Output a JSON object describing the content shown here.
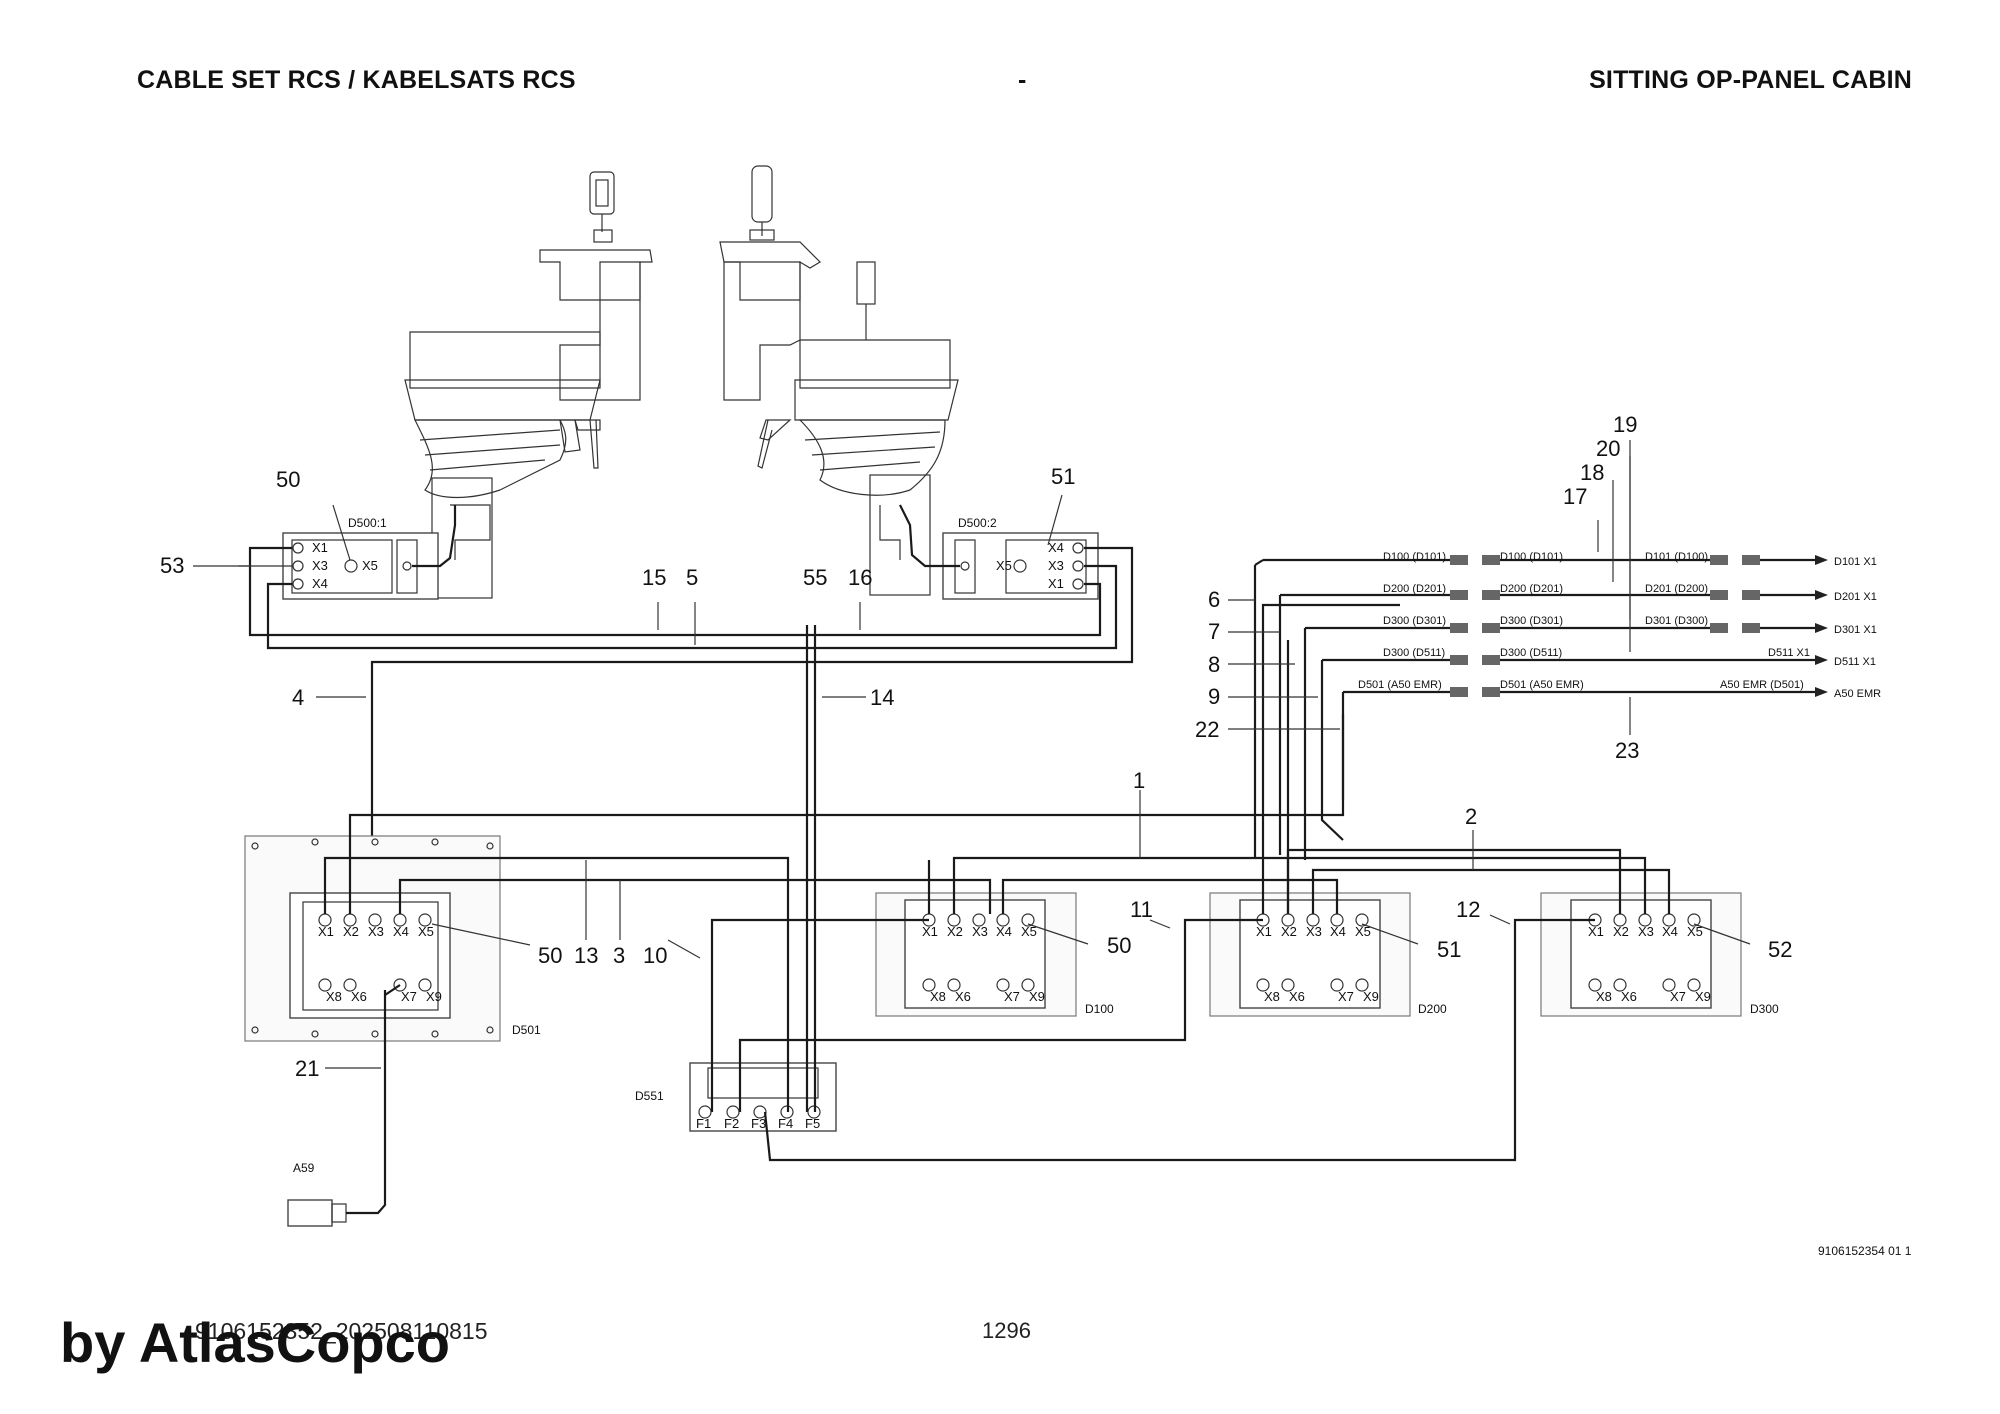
{
  "header": {
    "left_title": "CABLE SET RCS / KABELSATS RCS",
    "center_mark": "-",
    "right_title": "SITTING OP-PANEL CABIN"
  },
  "callouts": {
    "c1": "1",
    "c2": "2",
    "c3": "3",
    "c4": "4",
    "c5": "5",
    "c6": "6",
    "c7": "7",
    "c8": "8",
    "c9": "9",
    "c10": "10",
    "c11": "11",
    "c12": "12",
    "c13": "13",
    "c14": "14",
    "c15": "15",
    "c16": "16",
    "c17": "17",
    "c18": "18",
    "c19": "19",
    "c20": "20",
    "c21": "21",
    "c22": "22",
    "c23": "23",
    "c50a": "50",
    "c50b": "50",
    "c50c": "50",
    "c51a": "51",
    "c51b": "51",
    "c52": "52",
    "c53": "53",
    "c55": "55"
  },
  "units": {
    "d500_1": "D500:1",
    "d500_2": "D500:2",
    "d501": "D501",
    "d100": "D100",
    "d200": "D200",
    "d300": "D300",
    "d551": "D551",
    "a59": "A59"
  },
  "ports": {
    "x1": "X1",
    "x2": "X2",
    "x3": "X3",
    "x4": "X4",
    "x5": "X5",
    "x6": "X6",
    "x7": "X7",
    "x8": "X8",
    "x9": "X9",
    "f1": "F1",
    "f2": "F2",
    "f3": "F3",
    "f4": "F4",
    "f5": "F5"
  },
  "cable_rows": [
    {
      "left": "D100 (D101)",
      "mid": "D100 (D101)",
      "right": "D101 (D100)",
      "dest": "D101 X1"
    },
    {
      "left": "D200 (D201)",
      "mid": "D200 (D201)",
      "right": "D201 (D200)",
      "dest": "D201 X1"
    },
    {
      "left": "D300 (D301)",
      "mid": "D300 (D301)",
      "right": "D301 (D300)",
      "dest": "D301 X1"
    },
    {
      "left": "D300 (D511)",
      "mid": "D300 (D511)",
      "right": "D511 X1",
      "dest": "D511 X1"
    },
    {
      "left": "D501 (A50 EMR)",
      "mid": "D501 (A50 EMR)",
      "right": "A50 EMR (D501)",
      "dest": "A50 EMR"
    }
  ],
  "footer": {
    "drawing_ref": "9106152354 01 1",
    "doc_number": "9106152352_202508110815",
    "page_number": "1296",
    "brand": "by AtlasCopco"
  }
}
